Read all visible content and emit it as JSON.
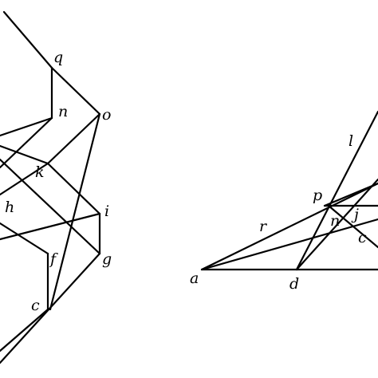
{
  "diagrams": {
    "left": {
      "labels": [
        "q",
        "n",
        "o",
        "k",
        "h",
        "i",
        "f",
        "g",
        "c"
      ]
    },
    "right": {
      "labels": [
        "l",
        "p",
        "r",
        "n",
        "j",
        "c",
        "a",
        "d"
      ]
    }
  },
  "colors": {
    "stroke": "#000000",
    "background": "#ffffff"
  }
}
